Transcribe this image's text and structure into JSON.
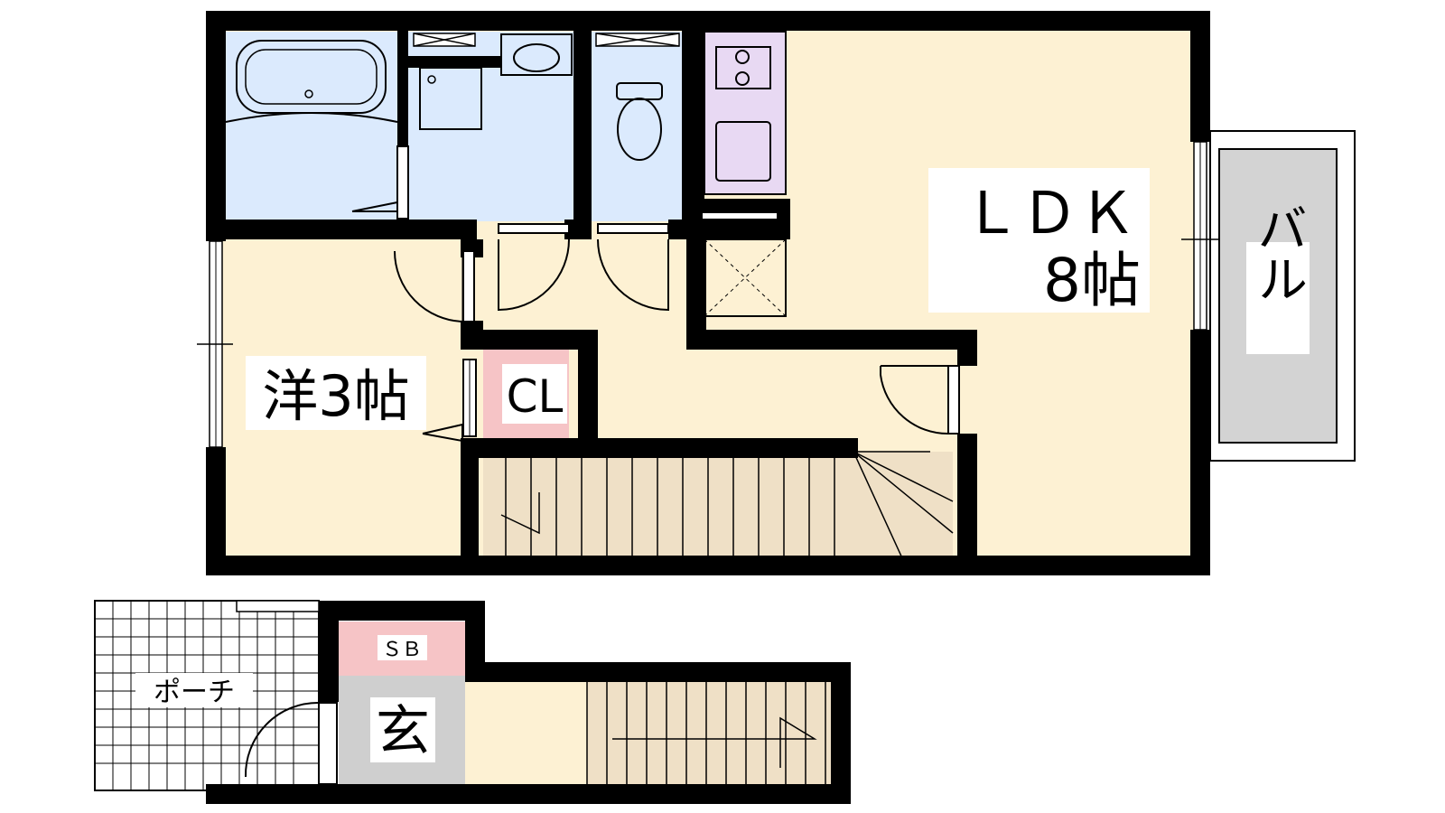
{
  "floorplan": {
    "colors": {
      "wall": "#000000",
      "living": "#fdf1d3",
      "wet": "#dbeafd",
      "kitchen": "#e8d9f3",
      "closet": "#f6c4c6",
      "stairs": "#efe0c6",
      "entrance": "#cfcfcf",
      "balcony": "#d3d3d3"
    },
    "rooms": {
      "ldk_line1": "ＬＤＫ",
      "ldk_line2": "8帖",
      "western": "洋3帖",
      "closet": "CL",
      "balcony": "バル",
      "porch": "ポーチ",
      "shoebox": "ＳＢ",
      "entrance": "玄"
    }
  }
}
